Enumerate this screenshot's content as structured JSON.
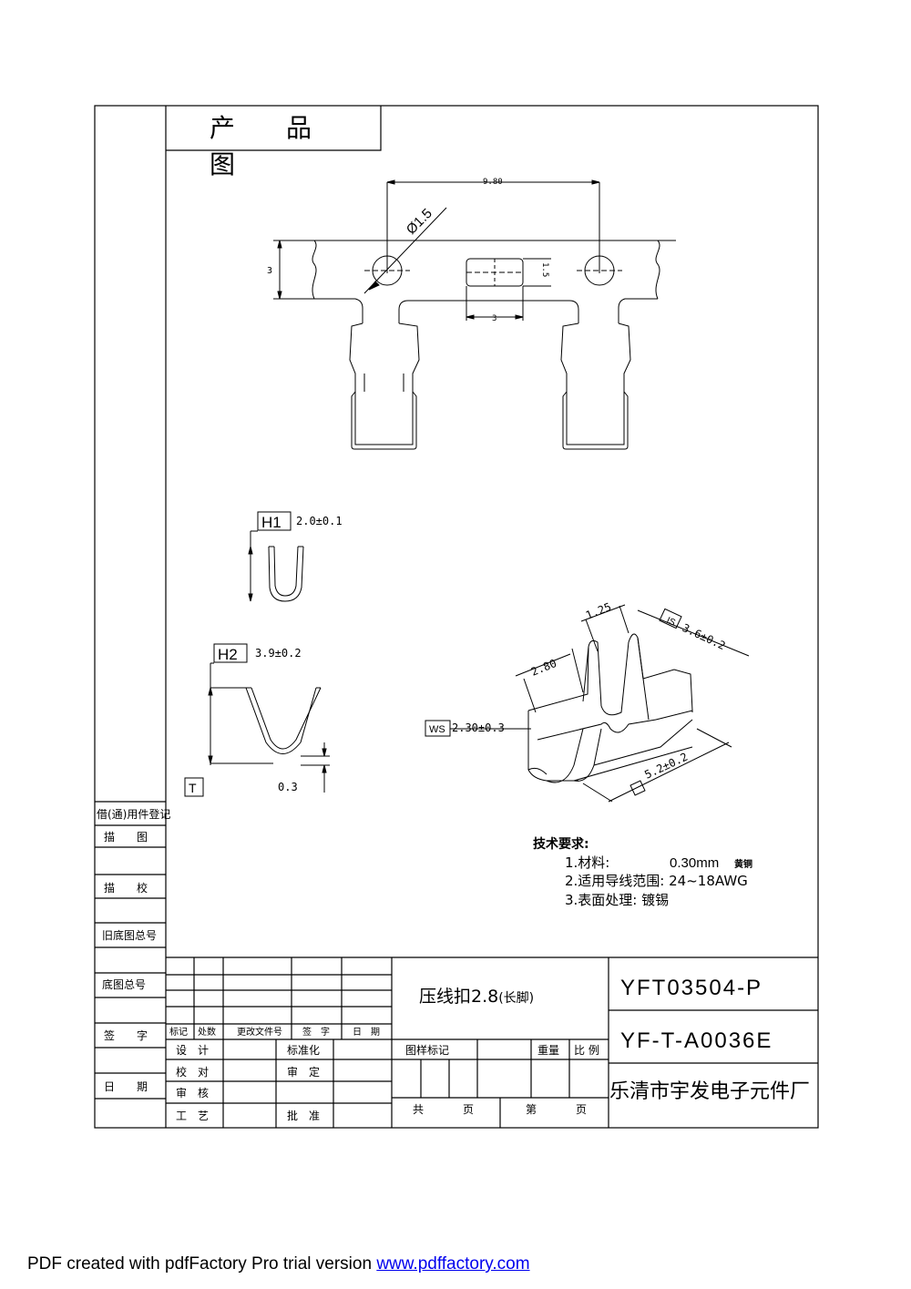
{
  "title_box": {
    "line1": "产　　品",
    "line2": "图"
  },
  "top_view": {
    "dim_width": "9.80",
    "dim_hole": "Ø1.5",
    "dim_height": "3",
    "dim_slot_w": "3",
    "dim_slot_h": "1.5"
  },
  "h1": {
    "tag": "H1",
    "value": "2.0±0.1"
  },
  "h2": {
    "tag": "H2",
    "value": "3.9±0.2",
    "thickness": "0.3",
    "t_tag": "T"
  },
  "iso_view": {
    "d_125": "1.25",
    "d_280": "2.80",
    "is_tag": "IS",
    "is_value": "3.6±0.2",
    "ws_tag": "WS",
    "ws_value": "2.30±0.3",
    "l_value": "5.2±0.2"
  },
  "requirements": {
    "heading": "技术要求:",
    "item1_label": "1.材料:",
    "item1_value": "0.30mm",
    "item1_note": "黄铜",
    "item2": "2.适用导线范围: 24~18AWG",
    "item3": "3.表面处理: 镀锡"
  },
  "left_column": {
    "c1": "借(通)用件登记",
    "c2": "描　　图",
    "c3": "描　　校",
    "c4": "旧底图总号",
    "c5": "底图总号",
    "c6": "签　　字",
    "c7": "日　　期"
  },
  "title_block": {
    "rev_headers": [
      "标记",
      "处数",
      "更改文件号",
      "签　字",
      "日　期"
    ],
    "row_design": "设　计",
    "row_check": "校　对",
    "row_review": "审　核",
    "row_process": "工　艺",
    "std": "标准化",
    "approve_set": "审　定",
    "approve": "批　准",
    "part_name": "压线扣2.8",
    "part_suffix": "(长脚)",
    "mark": "图样标记",
    "weight": "重量",
    "scale": "比 例",
    "total": "共",
    "page1": "页",
    "sheet_no": "第",
    "page2": "页",
    "code1": "YFT03504-P",
    "code2": "YF-T-A0036E",
    "company": "乐清市宇发电子元件厂"
  },
  "footer": {
    "text": "PDF created with pdfFactory Pro trial version ",
    "link": "www.pdffactory.com"
  }
}
